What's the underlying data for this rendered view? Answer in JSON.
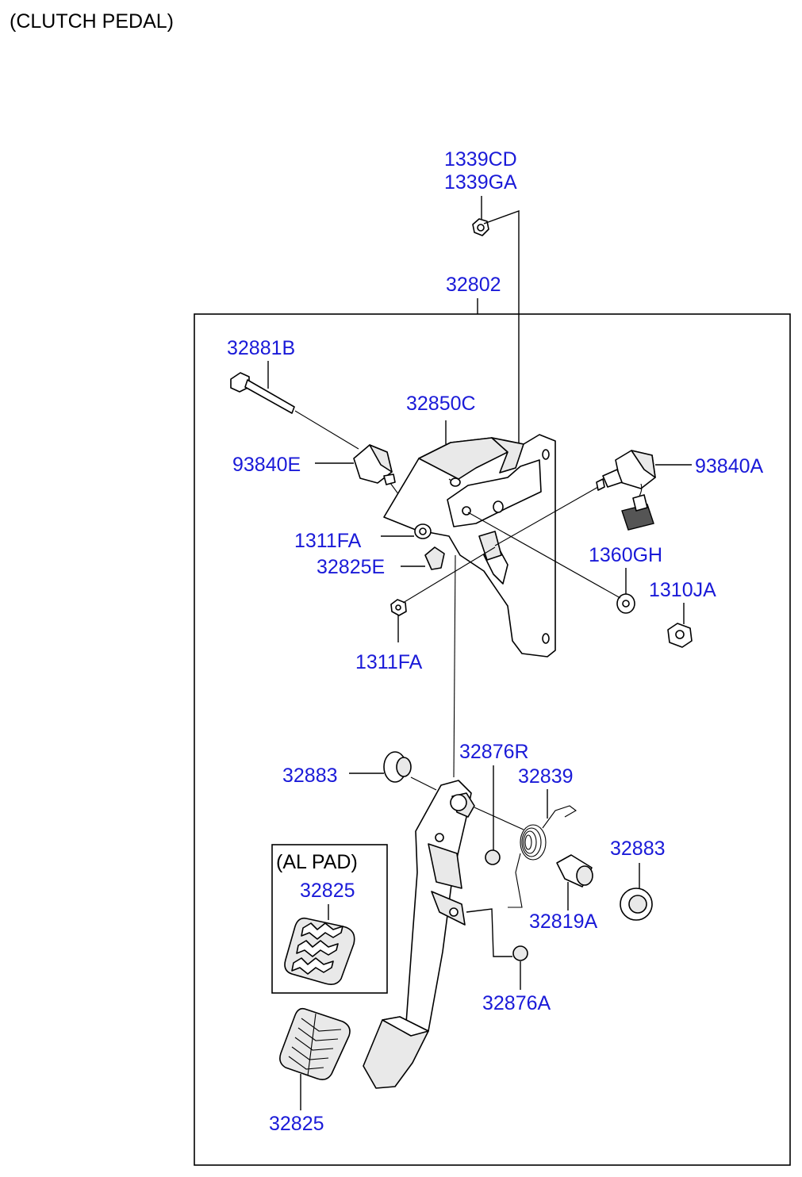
{
  "title": "(CLUTCH PEDAL)",
  "colors": {
    "label": "#1a1ad8",
    "line": "#000000",
    "background": "#ffffff"
  },
  "inset": {
    "caption": "(AL PAD)",
    "part": "32825"
  },
  "labels": {
    "p1339CD": "1339CD",
    "p1339GA": "1339GA",
    "p32802": "32802",
    "p32881B": "32881B",
    "p32850C": "32850C",
    "p93840E": "93840E",
    "p93840A": "93840A",
    "p1311FA_top": "1311FA",
    "p32825E": "32825E",
    "p1360GH": "1360GH",
    "p1310JA": "1310JA",
    "p1311FA_bottom": "1311FA",
    "p32876R": "32876R",
    "p32839": "32839",
    "p32883_left": "32883",
    "p32883_right": "32883",
    "p32819A": "32819A",
    "p32876A": "32876A",
    "p32825_bottom": "32825"
  }
}
